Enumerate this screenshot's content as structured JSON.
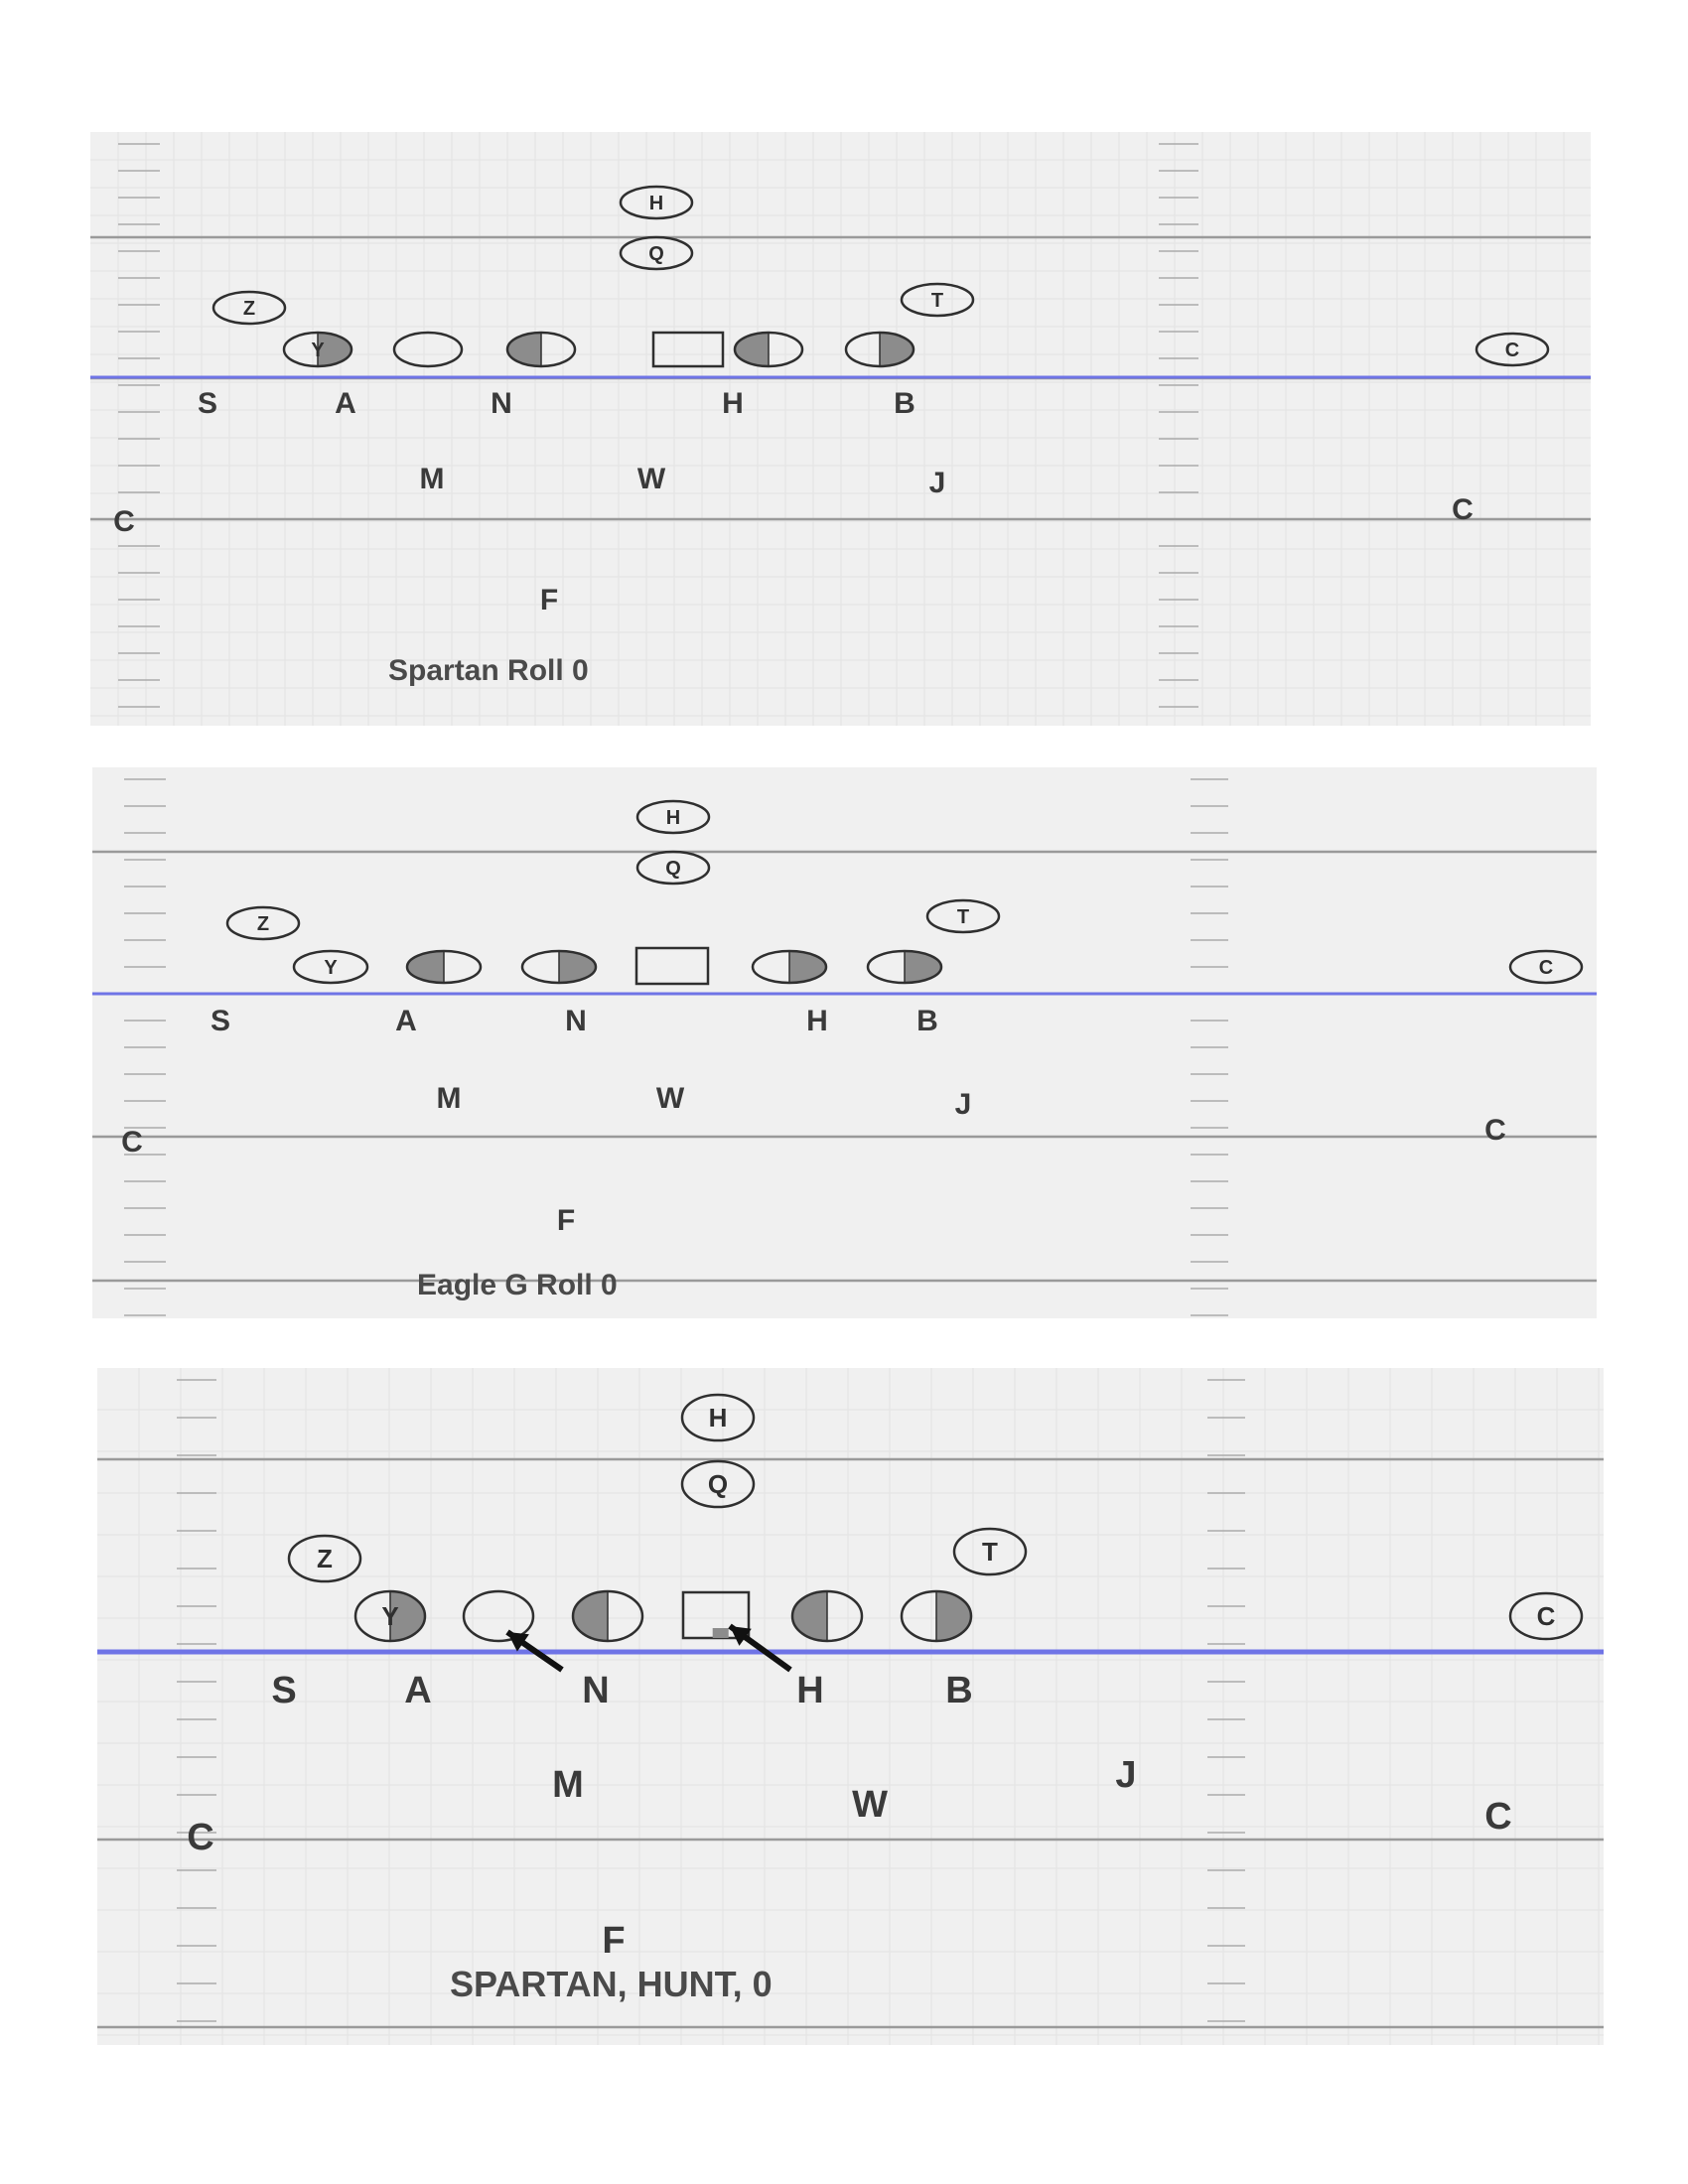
{
  "colors": {
    "field": "#f0f0f0",
    "grid": "#e2e2e2",
    "yard_line": "#9a9a9a",
    "scrimmage": "#6f74e6",
    "shade": "#8c8c8c",
    "ink": "#2f2f2f"
  },
  "diagrams": [
    {
      "caption": "Spartan Roll 0",
      "offense": {
        "backs": [
          "H",
          "Q",
          "Z",
          "T",
          "C"
        ],
        "line": [
          {
            "tag": "Y",
            "shade": "right"
          },
          {
            "tag": "",
            "shade": "none"
          },
          {
            "tag": "",
            "shade": "left"
          },
          {
            "tag": "",
            "shade": "center"
          },
          {
            "tag": "",
            "shade": "left"
          },
          {
            "tag": "",
            "shade": "right"
          }
        ]
      },
      "defense": [
        "S",
        "A",
        "N",
        "H",
        "B",
        "M",
        "W",
        "J",
        "C",
        "C",
        "F"
      ],
      "arrows": 0
    },
    {
      "caption": "Eagle G Roll 0",
      "offense": {
        "backs": [
          "H",
          "Q",
          "Z",
          "T",
          "C"
        ],
        "line": [
          {
            "tag": "Y",
            "shade": "none"
          },
          {
            "tag": "",
            "shade": "left"
          },
          {
            "tag": "",
            "shade": "right"
          },
          {
            "tag": "",
            "shade": "center"
          },
          {
            "tag": "",
            "shade": "right"
          },
          {
            "tag": "",
            "shade": "right"
          }
        ]
      },
      "defense": [
        "S",
        "A",
        "N",
        "H",
        "B",
        "M",
        "W",
        "J",
        "C",
        "C",
        "F"
      ],
      "arrows": 0
    },
    {
      "caption": "SPARTAN, HUNT, 0",
      "offense": {
        "backs": [
          "H",
          "Q",
          "Z",
          "T",
          "C"
        ],
        "line": [
          {
            "tag": "Y",
            "shade": "right"
          },
          {
            "tag": "",
            "shade": "none"
          },
          {
            "tag": "",
            "shade": "left"
          },
          {
            "tag": "",
            "shade": "center"
          },
          {
            "tag": "",
            "shade": "left"
          },
          {
            "tag": "",
            "shade": "right"
          }
        ]
      },
      "defense": [
        "S",
        "A",
        "N",
        "H",
        "B",
        "M",
        "W",
        "J",
        "C",
        "C",
        "F"
      ],
      "arrows": 2
    }
  ]
}
